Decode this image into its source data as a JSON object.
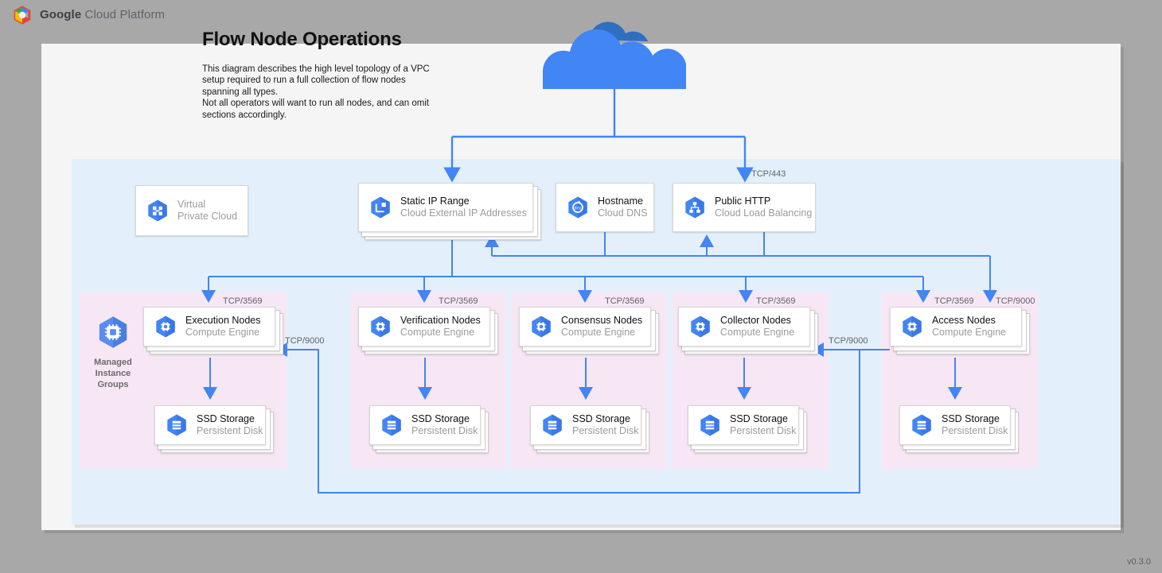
{
  "header": {
    "brand_bold": "Google",
    "brand_rest": " Cloud Platform",
    "logo_icon": "google-cloud-logo-icon"
  },
  "document": {
    "title": "Flow Node Operations",
    "description": "This diagram describes the high level topology of a VPC setup required to run a full collection of flow nodes spanning all types.\nNot all operators will want to run all nodes, and can omit sections accordingly.",
    "version": "v0.3.0"
  },
  "colors": {
    "page_background": "#a8a8a8",
    "sheet": "#f5f5f5",
    "vpc_region": "#e3f0fb",
    "group_region": "#f7e7f5",
    "connector": "#4285f4",
    "icon_blue": "#4285f4",
    "cloud": "#4285f4",
    "cloud_dark": "#2f6fc0",
    "title_text": "#111111",
    "muted_text": "#9b9b9b",
    "label_text": "#5f6368"
  },
  "cloud": {
    "icon": "cloud-icon",
    "name": "internet-cloud"
  },
  "top_nodes": [
    {
      "id": "vpc",
      "title": "Virtual",
      "subtitle": "Private Cloud",
      "icon": "virtual-private-cloud-icon",
      "muted_title": true,
      "stacked": false
    },
    {
      "id": "static-ip",
      "title": "Static IP Range",
      "subtitle": "Cloud External IP Addresses",
      "icon": "external-ip-icon",
      "muted_title": false,
      "stacked": true
    },
    {
      "id": "hostname",
      "title": "Hostname",
      "subtitle": "Cloud DNS",
      "icon": "cloud-dns-icon",
      "muted_title": false,
      "stacked": false
    },
    {
      "id": "public-http",
      "title": "Public HTTP",
      "subtitle": "Cloud Load Balancing",
      "icon": "load-balancing-icon",
      "muted_title": false,
      "stacked": false
    }
  ],
  "groups": [
    {
      "id": "execution",
      "compute_title": "Execution Nodes",
      "compute_subtitle": "Compute Engine",
      "storage_title": "SSD Storage",
      "storage_subtitle": "Persistent Disk",
      "ingress_label": "TCP/3569"
    },
    {
      "id": "verification",
      "compute_title": "Verification Nodes",
      "compute_subtitle": "Compute Engine",
      "storage_title": "SSD Storage",
      "storage_subtitle": "Persistent Disk",
      "ingress_label": "TCP/3569"
    },
    {
      "id": "consensus",
      "compute_title": "Consensus Nodes",
      "compute_subtitle": "Compute Engine",
      "storage_title": "SSD Storage",
      "storage_subtitle": "Persistent Disk",
      "ingress_label": "TCP/3569"
    },
    {
      "id": "collector",
      "compute_title": "Collector Nodes",
      "compute_subtitle": "Compute Engine",
      "storage_title": "SSD Storage",
      "storage_subtitle": "Persistent Disk",
      "ingress_label": "TCP/3569"
    },
    {
      "id": "access",
      "compute_title": "Access Nodes",
      "compute_subtitle": "Compute Engine",
      "storage_title": "SSD Storage",
      "storage_subtitle": "Persistent Disk",
      "ingress_label": "TCP/3569"
    }
  ],
  "mig_label": "Managed\nInstance\nGroups",
  "icons": {
    "compute": "compute-engine-icon",
    "storage": "persistent-disk-icon",
    "mig": "managed-instance-group-icon"
  },
  "port_labels": {
    "https": "TCP/443",
    "access_ingress": "TCP/9000",
    "access_to_collector": "TCP/9000",
    "access_to_execution": "TCP/9000"
  }
}
